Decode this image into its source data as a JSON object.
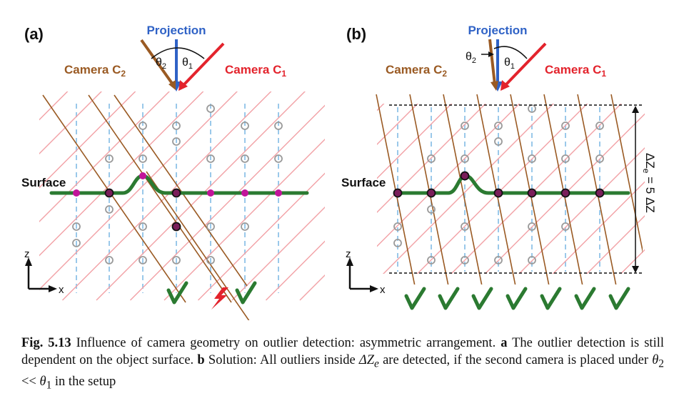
{
  "panels": [
    {
      "id": "a",
      "label": "(a)",
      "projection": "Projection",
      "theta2": "θ",
      "theta2_sub": "2",
      "theta1": "θ",
      "theta1_sub": "1",
      "camera_c2": "Camera C",
      "camera_c2_sub": "2",
      "camera_c1": "Camera C",
      "camera_c1_sub": "1",
      "surface": "Surface",
      "axis_z": "z",
      "axis_x": "x"
    },
    {
      "id": "b",
      "label": "(b)",
      "projection": "Projection",
      "theta2": "θ",
      "theta2_sub": "2",
      "theta1": "θ",
      "theta1_sub": "1",
      "camera_c2": "Camera C",
      "camera_c2_sub": "2",
      "camera_c1": "Camera C",
      "camera_c1_sub": "1",
      "surface": "Surface",
      "axis_z": "z",
      "axis_x": "x",
      "delta_label": "ΔZ",
      "delta_sub": "e",
      "delta_rest": " = 5 ΔZ"
    }
  ],
  "caption": {
    "fig": "Fig. 5.13",
    "text1": " Influence of camera geometry on outlier detection: asymmetric arrangement. ",
    "a": "a",
    "text2": " The outlier detection is still dependent on the object surface. ",
    "b": "b",
    "text3": " Solution: All outliers inside ",
    "dz": "ΔZ",
    "dz_sub": "e",
    "text4": " are detected, if the second camera is placed under ",
    "th2": "θ",
    "th2_sub": "2",
    "op": " << ",
    "th1": "θ",
    "th1_sub": "1",
    "text5": " in the setup"
  },
  "colors": {
    "projection": "#2f62c6",
    "camera_c2": "#9a5a23",
    "camera_c1": "#e3232c",
    "surface": "#2b7a31",
    "blue_dash": "#8fc3e8",
    "red_ray": "#f2a1a6",
    "check": "#2b7a31",
    "node_dark": "#7a1e5a",
    "node_magenta": "#c2149a",
    "gray_circle": "#9a9a9a"
  },
  "icons": {
    "check": "check-icon",
    "flash": "lightning-icon"
  }
}
